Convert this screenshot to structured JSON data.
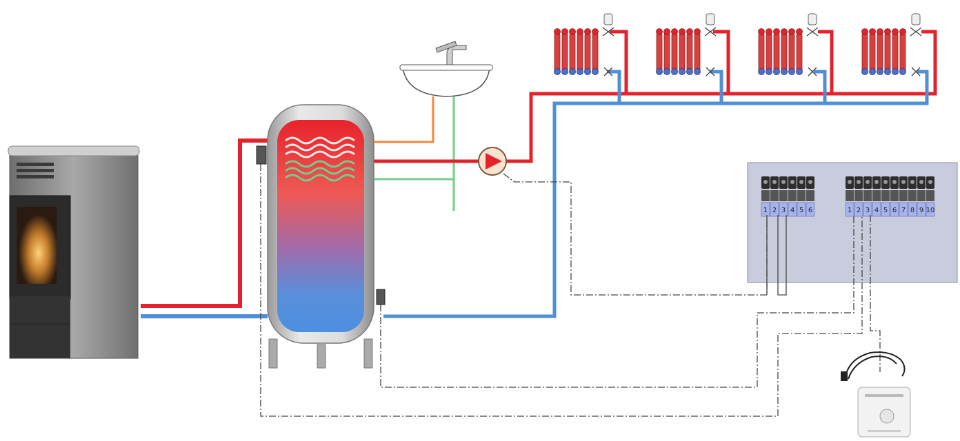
{
  "components": {
    "stove": {
      "icon": "pellet-stove-icon"
    },
    "tank": {
      "icon": "storage-tank-icon"
    },
    "sink": {
      "icon": "sink-faucet-icon"
    },
    "pump": {
      "icon": "circulation-pump-icon"
    },
    "radiators": [
      {
        "icon": "radiator-icon"
      },
      {
        "icon": "radiator-icon"
      },
      {
        "icon": "radiator-icon"
      },
      {
        "icon": "radiator-icon"
      }
    ],
    "control_panel": {
      "icon": "terminal-board-icon",
      "block_a_terminals": [
        "1",
        "2",
        "3",
        "4",
        "5",
        "6"
      ],
      "block_b_terminals": [
        "1",
        "2",
        "3",
        "4",
        "5",
        "6",
        "7",
        "8",
        "9",
        "10"
      ]
    },
    "thermostat": {
      "icon": "room-thermostat-icon"
    },
    "sensor_probe": {
      "icon": "temperature-probe-icon"
    }
  },
  "colors": {
    "hot": "#e3232b",
    "cold": "#4f8fd6",
    "dhw": "#ee8a3a",
    "cold_water": "#6fcf8f",
    "signal": "#444444",
    "panel": "#c9ccdc"
  }
}
